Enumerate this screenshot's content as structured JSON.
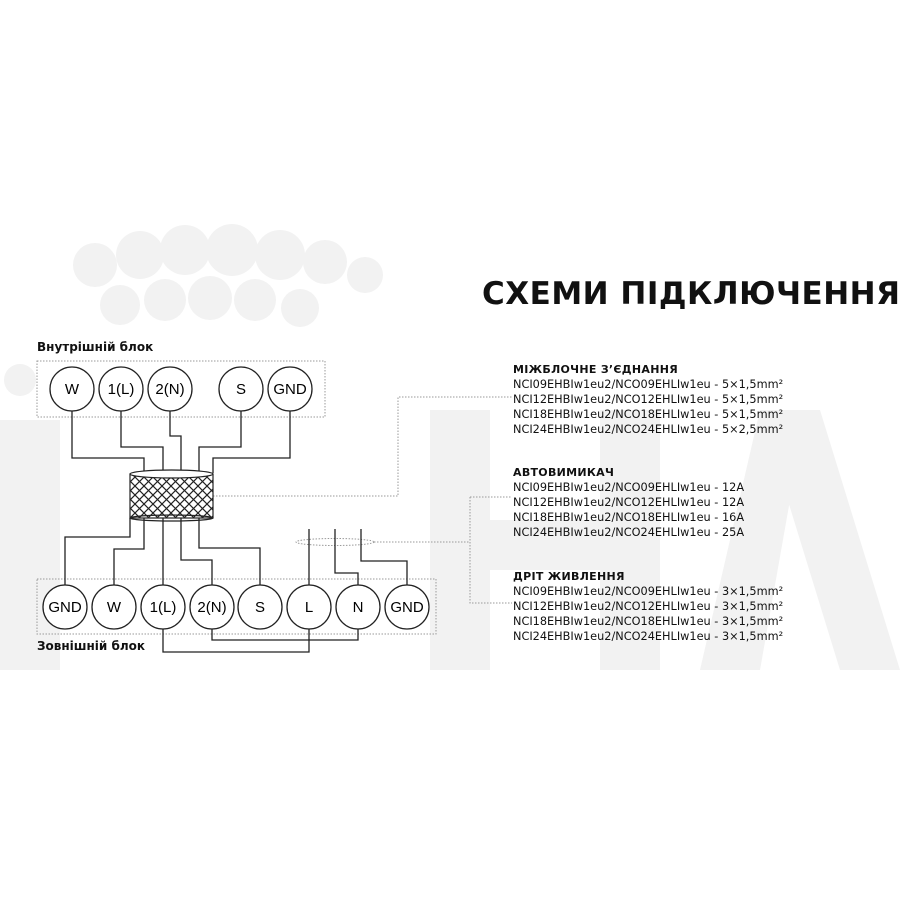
{
  "title": "СХЕМИ ПІДКЛЮЧЕННЯ",
  "indoor_label": "Внутрішній блок",
  "outdoor_label": "Зовнішній блок",
  "indoor_terminals": [
    "W",
    "1(L)",
    "2(N)",
    "S",
    "GND"
  ],
  "outdoor_terminals": [
    "GND",
    "W",
    "1(L)",
    "2(N)",
    "S",
    "L",
    "N",
    "GND"
  ],
  "specs": [
    {
      "heading": "МІЖБЛОЧНЕ З’ЄДНАННЯ",
      "rows": [
        "NCI09EHBIw1eu2/NCO09EHLIw1eu - 5×1,5mm²",
        "NCI12EHBIw1eu2/NCO12EHLIw1eu - 5×1,5mm²",
        "NCI18EHBIw1eu2/NCO18EHLIw1eu - 5×1,5mm²",
        "NCI24EHBIw1eu2/NCO24EHLIw1eu - 5×2,5mm²"
      ]
    },
    {
      "heading": "АВТОВИМИКАЧ",
      "rows": [
        "NCI09EHBIw1eu2/NCO09EHLIw1eu - 12A",
        "NCI12EHBIw1eu2/NCO12EHLIw1eu - 12A",
        "NCI18EHBIw1eu2/NCO18EHLIw1eu - 16A",
        "NCI24EHBIw1eu2/NCO24EHLIw1eu - 25A"
      ]
    },
    {
      "heading": "ДРІТ ЖИВЛЕННЯ",
      "rows": [
        "NCI09EHBIw1eu2/NCO09EHLIw1eu - 3×1,5mm²",
        "NCI12EHBIw1eu2/NCO12EHLIw1eu - 3×1,5mm²",
        "NCI18EHBIw1eu2/NCO18EHLIw1eu - 3×1,5mm²",
        "NCI24EHBIw1eu2/NCO24EHLIw1eu - 3×1,5mm²"
      ]
    }
  ],
  "colors": {
    "line": "#222222",
    "watermark": "#f1f1f1"
  }
}
